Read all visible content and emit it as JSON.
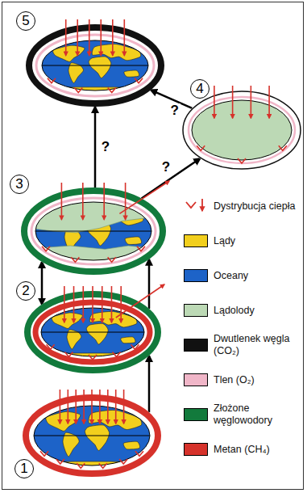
{
  "diagram": {
    "nodes": [
      {
        "text": [
          "1"
        ]
      },
      {
        "text": [
          "2"
        ]
      },
      {
        "text": [
          "3"
        ]
      },
      {
        "text": [
          "4"
        ]
      },
      {
        "text": [
          "5"
        ]
      }
    ],
    "edges": [
      {
        "from": 0,
        "to": 1,
        "arrow": "to"
      },
      {
        "from": 1,
        "to": 2,
        "arrow": "both"
      },
      {
        "from": 1,
        "to": 2,
        "arrow": "to"
      },
      {
        "from": 2,
        "to": 4,
        "label": "?",
        "arrow": "to"
      },
      {
        "from": 2,
        "to": 3,
        "label": "?",
        "arrow": "to"
      },
      {
        "from": 3,
        "to": 4,
        "label": "?",
        "arrow": "to"
      }
    ],
    "legend": [
      {
        "text": "Dystrybucja ciepła"
      },
      {
        "text": "Lądy",
        "color": "#f2cf1d"
      },
      {
        "text": "Oceany",
        "color": "#1d63c8"
      },
      {
        "text": "Lądolody",
        "color": "#bcd9b5"
      },
      {
        "text": "Dwutlenek węgla (CO₂)",
        "color": "#111111"
      },
      {
        "text": "Tlen (O₂)",
        "color": "#f0b6c8"
      },
      {
        "text": "Złożone węglowodory",
        "color": "#127a3c"
      },
      {
        "text": "Metan (CH₄)",
        "color": "#d6322b"
      }
    ]
  }
}
